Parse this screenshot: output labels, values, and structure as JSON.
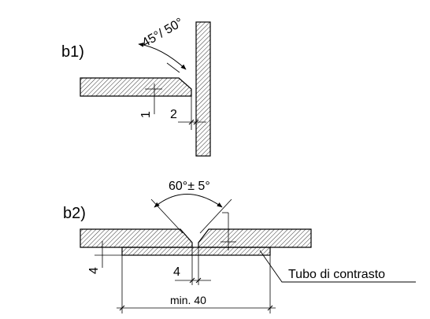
{
  "b1": {
    "label": "b1)",
    "angle": "45°/ 50°",
    "dim_gap": "2",
    "dim_land": "1"
  },
  "b2": {
    "label": "b2)",
    "angle": "60°± 5°",
    "dim_root": "4",
    "dim_backing": "4",
    "dim_length": "min. 40",
    "callout": "Tubo di contrasto"
  }
}
